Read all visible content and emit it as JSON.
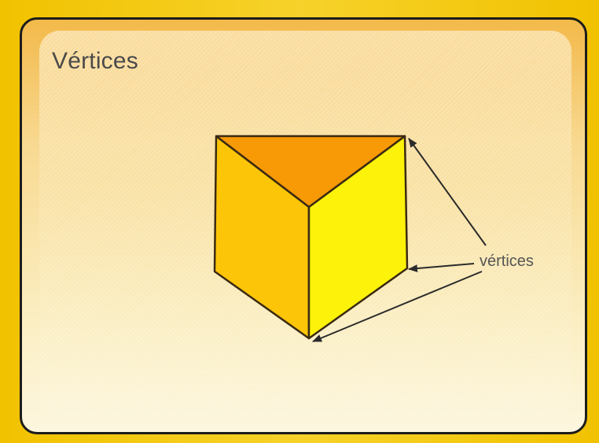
{
  "title": "Vértices",
  "diagram": {
    "shape": "triangular-prism",
    "callout_label": "vértices",
    "colors": {
      "top_face": "#f79a06",
      "left_face": "#fcc507",
      "right_face": "#fdf20a",
      "edge": "#3b2a12",
      "arrow": "#2b2b2b"
    }
  }
}
